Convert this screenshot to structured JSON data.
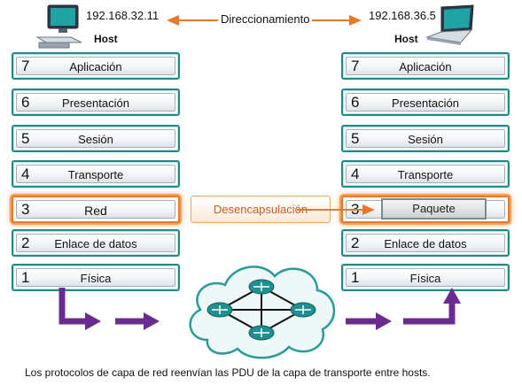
{
  "left_host": {
    "ip": "192.168.32.11",
    "label": "Host"
  },
  "right_host": {
    "ip": "192.168.36.5",
    "label": "Host"
  },
  "addressing_label": "Direccionamiento",
  "left_layers": [
    {
      "num": "7",
      "name": "Aplicación"
    },
    {
      "num": "6",
      "name": "Presentación"
    },
    {
      "num": "5",
      "name": "Sesión"
    },
    {
      "num": "4",
      "name": "Transporte"
    },
    {
      "num": "3",
      "name": "Red"
    },
    {
      "num": "2",
      "name": "Enlace de datos"
    },
    {
      "num": "1",
      "name": "Física"
    }
  ],
  "right_layers": [
    {
      "num": "7",
      "name": "Aplicación"
    },
    {
      "num": "6",
      "name": "Presentación"
    },
    {
      "num": "5",
      "name": "Sesión"
    },
    {
      "num": "4",
      "name": "Transporte"
    },
    {
      "num": "3",
      "name": ""
    },
    {
      "num": "2",
      "name": "Enlace de datos"
    },
    {
      "num": "1",
      "name": "Física"
    }
  ],
  "decapsulation_label": "Desencapsulación",
  "packet_label": "Paquete",
  "caption": "Los protocolos de capa de red reenvían las PDU de la capa de transporte entre hosts.",
  "colors": {
    "layer_border": "#1f8a8a",
    "highlight": "#e8782a",
    "arrow_orange": "#e8782a",
    "flow_purple": "#6a2c8f",
    "cloud": "#2a9a9a"
  }
}
